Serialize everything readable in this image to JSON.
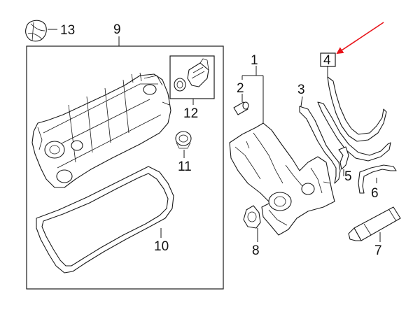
{
  "callouts": {
    "c1": "1",
    "c2": "2",
    "c3": "3",
    "c4": "4",
    "c5": "5",
    "c6": "6",
    "c7": "7",
    "c8": "8",
    "c9": "9",
    "c10": "10",
    "c11": "11",
    "c12": "12",
    "c13": "13"
  },
  "colors": {
    "highlight": "#e8141a",
    "line": "#1a1a1a"
  },
  "highlighted_part": "4"
}
